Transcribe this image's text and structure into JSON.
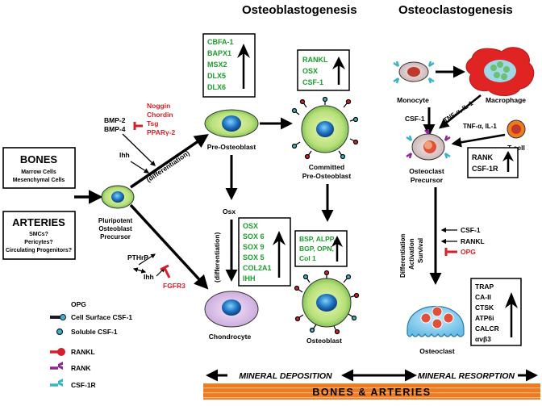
{
  "titles": {
    "osteoblastogenesis": "Osteoblastogenesis",
    "osteoclastogenesis": "Osteoclastogenesis"
  },
  "left_boxes": {
    "bones_title": "BONES",
    "bones_line1": "Marrow Cells",
    "bones_line2": "Mesenchymal Cells",
    "arteries_title": "ARTERIES",
    "arteries_line1": "SMCs?",
    "arteries_line2": "Pericytes?",
    "arteries_line3": "Circulating Progenitors?"
  },
  "cells": {
    "pluripotent_1": "Pluripotent",
    "pluripotent_2": "Osteoblast",
    "pluripotent_3": "Precursor",
    "pre_osteoblast": "Pre-Osteoblast",
    "committed_1": "Committed",
    "committed_2": "Pre-Osteoblast",
    "chondrocyte": "Chondrocyte",
    "osteoblast": "Osteoblast",
    "monocyte": "Monocyte",
    "macrophage": "Macrophage",
    "t_cell": "T cell",
    "osteoclast_precursor_1": "Osteoclast",
    "osteoclast_precursor_2": "Precursor",
    "osteoclast": "Osteoclast"
  },
  "signals": {
    "bmp2": "BMP-2",
    "bmp4": "BMP-4",
    "ihh_top": "Ihh",
    "differentiation_top": "(differentiation)",
    "differentiation_bottom": "(differentiation)",
    "osx": "Osx",
    "pthrp": "PTHrP",
    "ihh_bottom": "Ihh",
    "fgfr3": "FGFR3",
    "tnf_il1_a": "TNF-α, IL-1",
    "tnf_il1_b": "TNF-α, IL-1",
    "csf1_side": "CSF-1"
  },
  "inhibitors": [
    "Noggin",
    "Chordin",
    "Tsg",
    "PPARγ-2"
  ],
  "gene_boxes": {
    "pre_osteoblast": [
      "CBFA-1",
      "BAPX1",
      "MSX2",
      "DLX5",
      "DLX6"
    ],
    "committed": [
      "RANKL",
      "OSX",
      "CSF-1"
    ],
    "chondrocyte": [
      "OSX",
      "SOX 6",
      "SOX 9",
      "SOX 5",
      "COL2A1",
      "IHH"
    ],
    "osteoblast": [
      "BSP, ALPP,",
      "BGP, OPN,",
      "Col 1"
    ],
    "precursor": [
      "RANK",
      "CSF-1R"
    ],
    "osteoclast": [
      "TRAP",
      "CA-II",
      "CTSK",
      "ATP6i",
      "CALCR",
      "αvβ3"
    ]
  },
  "process": {
    "vertical": [
      "Differentiation",
      "Activation",
      "Survival"
    ],
    "signals": [
      "CSF-1",
      "RANKL"
    ],
    "inhibitor": "OPG"
  },
  "legend": [
    {
      "label": "OPG",
      "icon": "opg-icon",
      "color": "#8b2a8f"
    },
    {
      "label": "Cell Surface CSF-1",
      "icon": "cell-surface-csf1-icon",
      "color": "#1a1a2e"
    },
    {
      "label": "Soluble CSF-1",
      "icon": "soluble-csf1-icon",
      "color": "#2a8aa8"
    },
    {
      "label": "RANKL",
      "icon": "rankl-icon",
      "color": "#d4202a"
    },
    {
      "label": "RANK",
      "icon": "rank-icon",
      "color": "#8b2a8f"
    },
    {
      "label": "CSF-1R",
      "icon": "csf1r-icon",
      "color": "#3bb3c6"
    }
  ],
  "bottom": {
    "deposition": "MINERAL DEPOSITION",
    "resorption": "MINERAL RESORPTION",
    "banner": "BONES & ARTERIES"
  },
  "colors": {
    "gene_text": "#1a9e2c",
    "inhibitor_text": "#d4202a",
    "banner": "#f07a22",
    "nucleus": "#1e73be"
  }
}
